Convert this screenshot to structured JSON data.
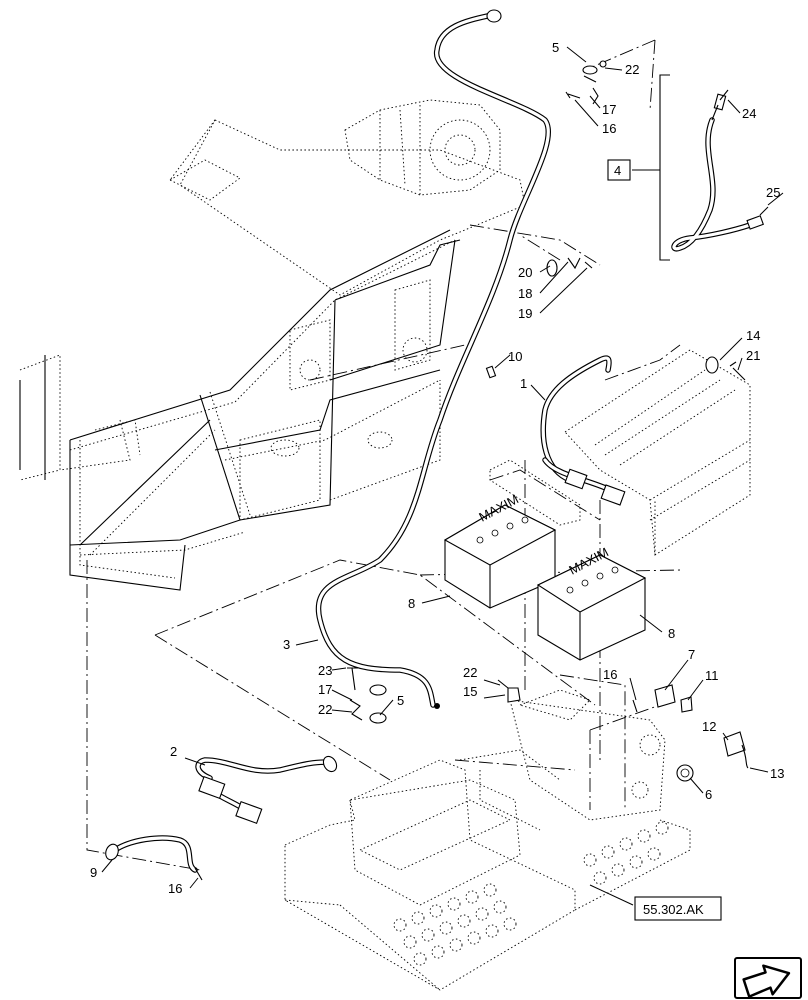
{
  "callouts": [
    {
      "id": "c1",
      "text": "1"
    },
    {
      "id": "c2",
      "text": "2"
    },
    {
      "id": "c3",
      "text": "3"
    },
    {
      "id": "c5a",
      "text": "5"
    },
    {
      "id": "c5b",
      "text": "5"
    },
    {
      "id": "c6",
      "text": "6"
    },
    {
      "id": "c7",
      "text": "7"
    },
    {
      "id": "c8a",
      "text": "8"
    },
    {
      "id": "c8b",
      "text": "8"
    },
    {
      "id": "c9",
      "text": "9"
    },
    {
      "id": "c10",
      "text": "10"
    },
    {
      "id": "c11",
      "text": "11"
    },
    {
      "id": "c12",
      "text": "12"
    },
    {
      "id": "c13",
      "text": "13"
    },
    {
      "id": "c14",
      "text": "14"
    },
    {
      "id": "c15",
      "text": "15"
    },
    {
      "id": "c16a",
      "text": "16"
    },
    {
      "id": "c16b",
      "text": "16"
    },
    {
      "id": "c16c",
      "text": "16"
    },
    {
      "id": "c17a",
      "text": "17"
    },
    {
      "id": "c17b",
      "text": "17"
    },
    {
      "id": "c18",
      "text": "18"
    },
    {
      "id": "c19",
      "text": "19"
    },
    {
      "id": "c20",
      "text": "20"
    },
    {
      "id": "c21",
      "text": "21"
    },
    {
      "id": "c22a",
      "text": "22"
    },
    {
      "id": "c22b",
      "text": "22"
    },
    {
      "id": "c22c",
      "text": "22"
    },
    {
      "id": "c23",
      "text": "23"
    },
    {
      "id": "c24",
      "text": "24"
    },
    {
      "id": "c25",
      "text": "25"
    }
  ],
  "kit_box": {
    "text": "4"
  },
  "reference_box": {
    "text": "55.302.AK"
  },
  "battery_brand": "MAXIM",
  "nav_icon": "arrow-icon"
}
